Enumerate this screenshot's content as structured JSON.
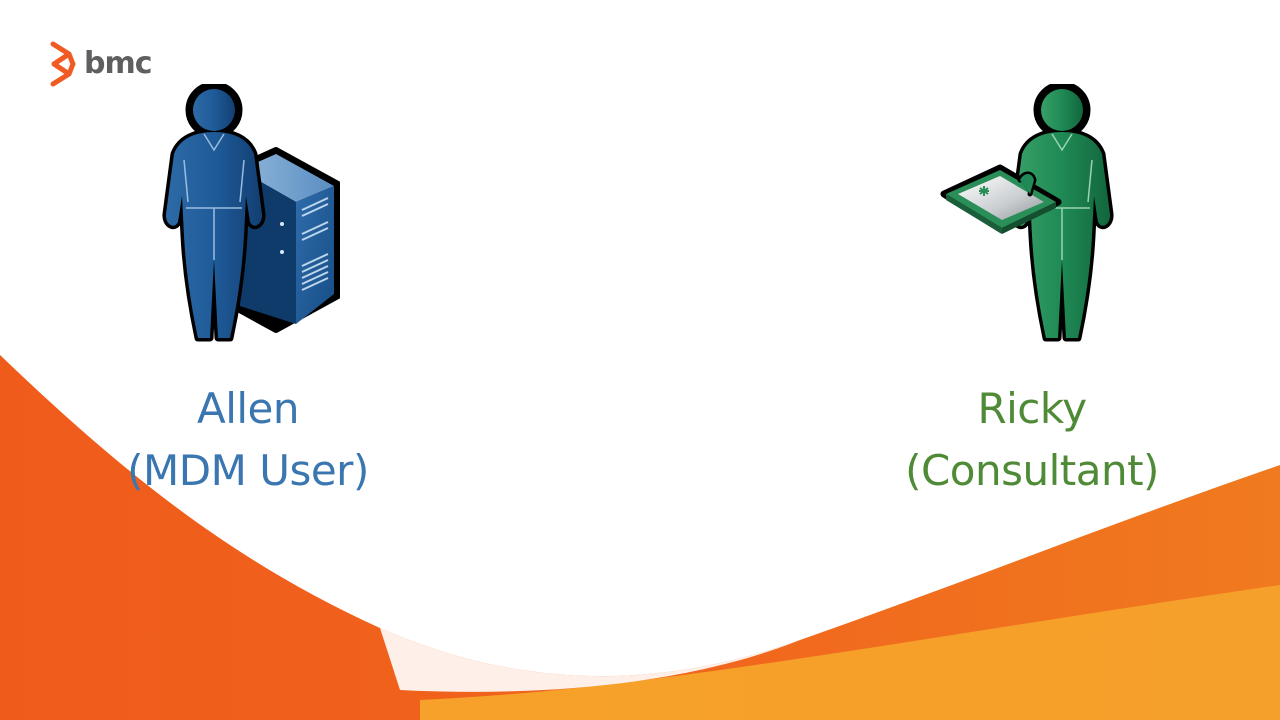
{
  "logo": {
    "text": "bmc",
    "mark_icon": "bmc-logo-mark-icon",
    "mark_color": "#f15a22",
    "text_color": "#5f5f5f"
  },
  "persons": {
    "allen": {
      "name": "Allen",
      "role": "(MDM User)",
      "color": "#3a76b0",
      "icon": "person-with-server-icon"
    },
    "ricky": {
      "name": "Ricky",
      "role": "(Consultant)",
      "color": "#4f8a37",
      "icon": "person-with-tablet-icon"
    }
  },
  "colors": {
    "wave_dark_orange": "#f05a1a",
    "wave_light_orange": "#f7a12a",
    "background": "#ffffff"
  }
}
